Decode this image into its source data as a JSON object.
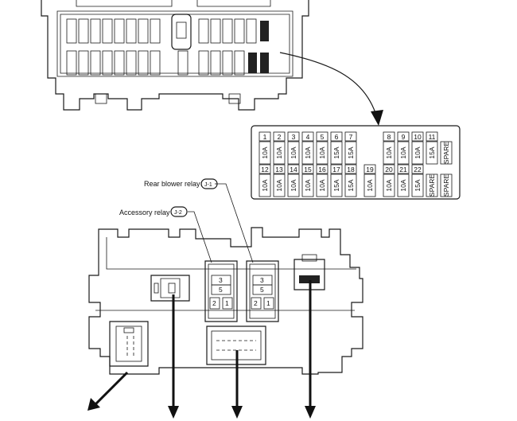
{
  "labels": {
    "rear_blower_relay": "Rear blower relay",
    "rear_blower_relay_code": "J-1",
    "accessory_relay": "Accessory relay",
    "accessory_relay_code": "J-2"
  },
  "fuse_table": {
    "row1": [
      {
        "num": "1",
        "amp": "10A"
      },
      {
        "num": "2",
        "amp": "10A"
      },
      {
        "num": "3",
        "amp": "10A"
      },
      {
        "num": "4",
        "amp": "10A"
      },
      {
        "num": "5",
        "amp": "10A"
      },
      {
        "num": "6",
        "amp": "15A"
      },
      {
        "num": "7",
        "amp": "15A"
      },
      {
        "num": "8",
        "amp": "10A"
      },
      {
        "num": "9",
        "amp": "10A"
      },
      {
        "num": "10",
        "amp": "10A"
      },
      {
        "num": "11",
        "amp": "15A"
      },
      {
        "num": "",
        "amp": "SPARE"
      }
    ],
    "row2": [
      {
        "num": "12",
        "amp": "10A"
      },
      {
        "num": "13",
        "amp": "10A"
      },
      {
        "num": "14",
        "amp": "10A"
      },
      {
        "num": "15",
        "amp": "10A"
      },
      {
        "num": "16",
        "amp": "10A"
      },
      {
        "num": "17",
        "amp": "15A"
      },
      {
        "num": "18",
        "amp": "15A"
      },
      {
        "num": "19",
        "amp": "10A"
      },
      {
        "num": "20",
        "amp": "10A"
      },
      {
        "num": "21",
        "amp": "10A"
      },
      {
        "num": "22",
        "amp": "15A"
      },
      {
        "num": "",
        "amp": "SPARE"
      },
      {
        "num": "",
        "amp": "SPARE"
      }
    ]
  },
  "relay_pins": {
    "j1": [
      "3",
      "5",
      "2",
      "1"
    ],
    "j2": [
      "3",
      "5",
      "2",
      "1"
    ]
  }
}
